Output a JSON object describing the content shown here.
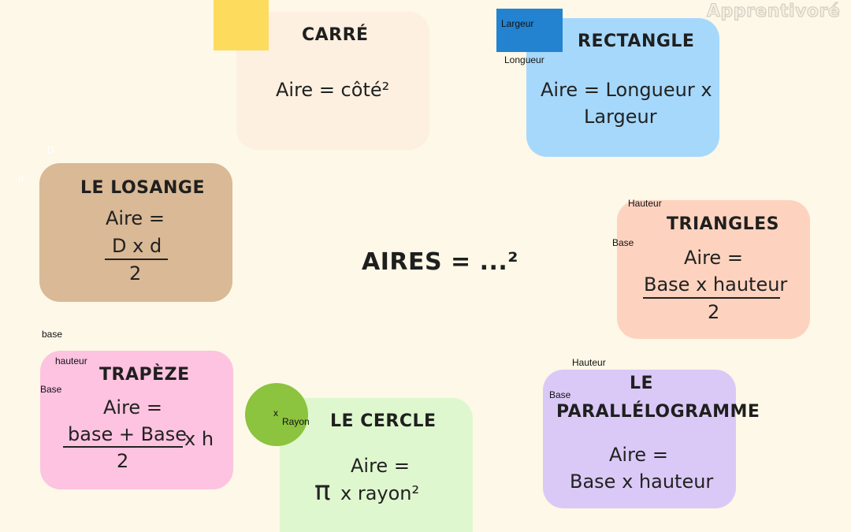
{
  "brand": "Apprentivoré",
  "center": {
    "title": "AIRES = ...²"
  },
  "carre": {
    "title": "CARRÉ",
    "formula": "Aire = côté²"
  },
  "rectangle": {
    "title": "RECTANGLE",
    "formula_line1": "Aire = Longueur x",
    "formula_line2": "Largeur",
    "label_width": "Largeur",
    "label_length": "Longueur"
  },
  "losange": {
    "title": "LE LOSANGE",
    "formula_line1": "Aire =",
    "numerator": "D x d",
    "denominator": "2",
    "label_D": "D",
    "label_d": "d"
  },
  "triangles": {
    "title": "TRIANGLES",
    "formula_line1": "Aire =",
    "numerator": "Base x hauteur",
    "denominator": "2",
    "label_height": "Hauteur",
    "label_base": "Base"
  },
  "trapeze": {
    "title": "TRAPÈZE",
    "formula_line1": "Aire =",
    "numerator": "base + Base",
    "multiplier": "x h",
    "denominator": "2",
    "label_small_base": "base",
    "label_height": "hauteur",
    "label_big_base": "Base"
  },
  "cercle": {
    "title": "LE CERCLE",
    "formula_line1": "Aire =",
    "pi": "π",
    "formula_rest": "x rayon²",
    "label_center": "x",
    "label_radius": "Rayon"
  },
  "parallelogramme": {
    "title_line1": "LE",
    "title_line2": "PARALLÉLOGRAMME",
    "formula_line1": "Aire =",
    "formula_line2": "Base x hauteur",
    "label_height": "Hauteur",
    "label_base": "Base"
  },
  "colors": {
    "background": "#fdf8e7",
    "carre_card": "#fdf0e0",
    "rectangle_card": "#a6d8fb",
    "losange_card": "#d9b996",
    "triangles_card": "#fdd3bf",
    "trapeze_card": "#fdc3e0",
    "cercle_card": "#dff7cf",
    "parallelogramme_card": "#dac9f7",
    "arrow_yellow": "#f5d64a",
    "arrow_blue": "#34a9df",
    "arrow_darkblue": "#1f5fc4"
  }
}
